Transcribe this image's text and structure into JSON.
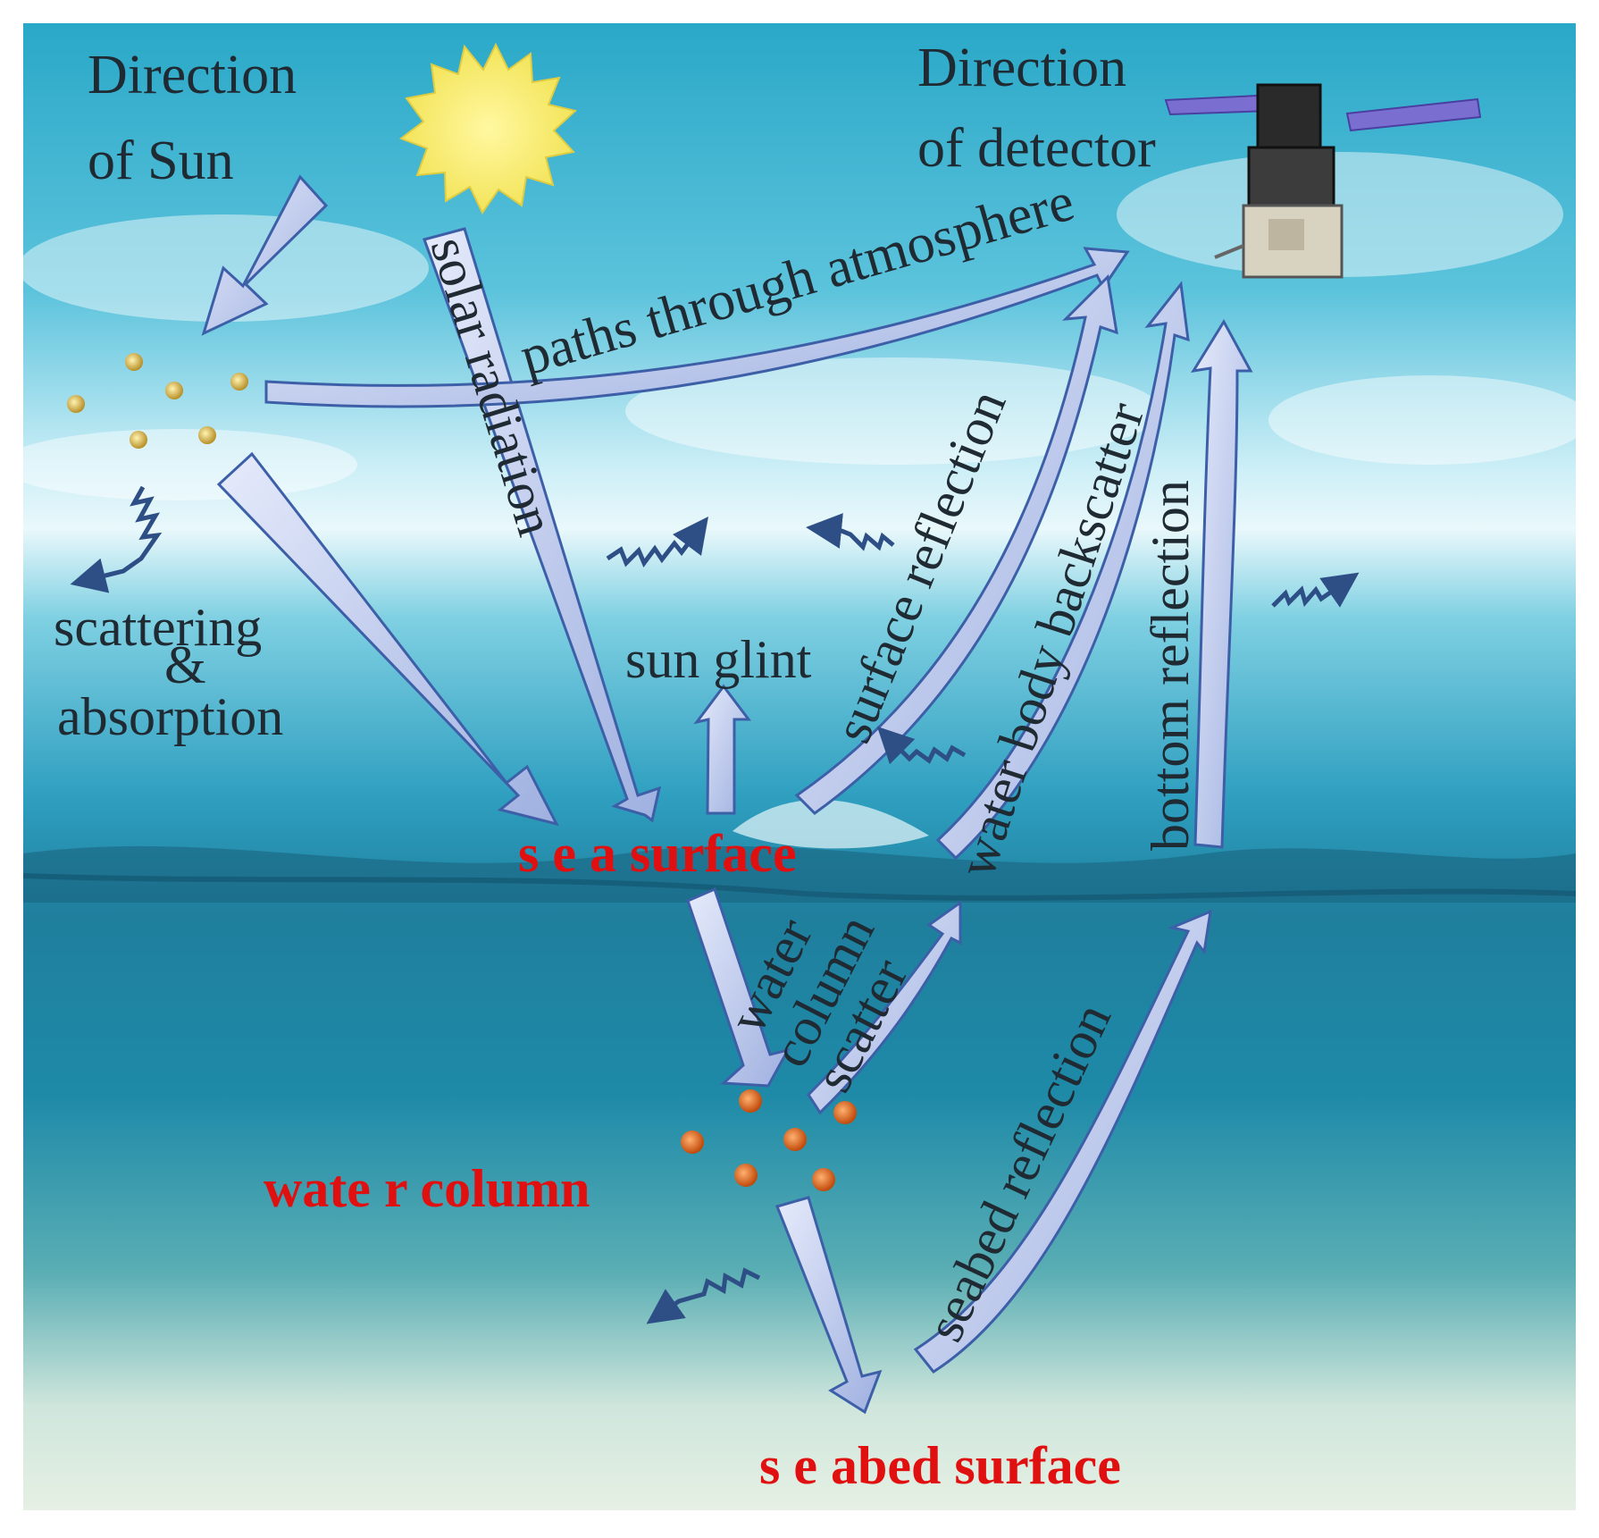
{
  "labels": {
    "direction_of_sun_1": "Direction",
    "direction_of_sun_2": "of Sun",
    "direction_of_detector_1": "Direction",
    "direction_of_detector_2": "of detector",
    "paths_through_atmosphere": "paths through  atmosphere",
    "solar_radiation": "solar radiation",
    "scattering": "scattering",
    "ampersand": "&",
    "absorption": "absorption",
    "sun_glint": "sun glint",
    "surface_reflection": "surface reflection",
    "water_body_backscatter": "water body backscatter",
    "bottom_reflection": "bottom reflection",
    "sea_surface": "s e a surface",
    "water_column_scatter_1": "water",
    "water_column_scatter_2": "column",
    "water_column_scatter_3": "scatter",
    "water_column": "wate r column",
    "seabed_reflection": "seabed reflection",
    "seabed_surface": "s e abed surface"
  },
  "colors": {
    "sky_top": "#2aa8c8",
    "sky_bottom": "#e8f8fc",
    "sea_top": "#2f9fc0",
    "sea_mid": "#1e8aa8",
    "sea_bottom": "#e6f0e4",
    "arrow_fill": "#c4cdee",
    "arrow_stroke": "#3d5fa8",
    "sun": "#f6ec6c",
    "label_red": "#e01010",
    "label_dark": "#1f2a33"
  }
}
